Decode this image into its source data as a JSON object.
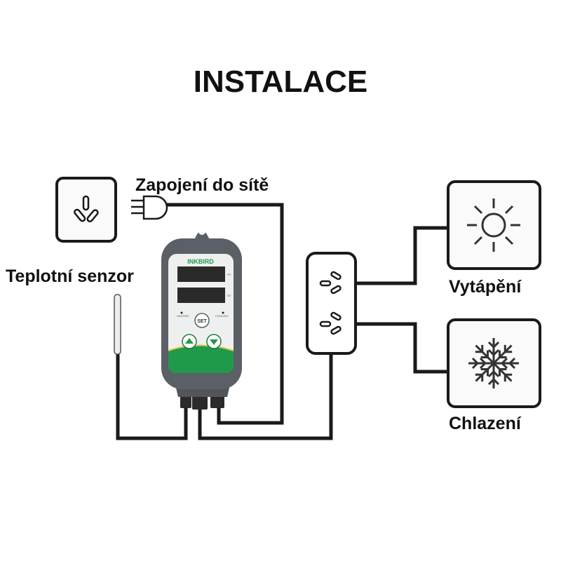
{
  "title": "INSTALACE",
  "labels": {
    "power": "Zapojení do sítě",
    "sensor": "Teplotní senzor",
    "heating": "Vytápění",
    "cooling": "Chlazení"
  },
  "controller": {
    "brand": "INKBIRD",
    "pv": "PV",
    "sv": "SV",
    "heating": "HEATING",
    "cooling": "COOLING",
    "set": "SET"
  },
  "colors": {
    "wire": "#1a1a1a",
    "housing": "#5b5f66",
    "accent": "#1f9a4a",
    "display": "#2a2a2a"
  }
}
